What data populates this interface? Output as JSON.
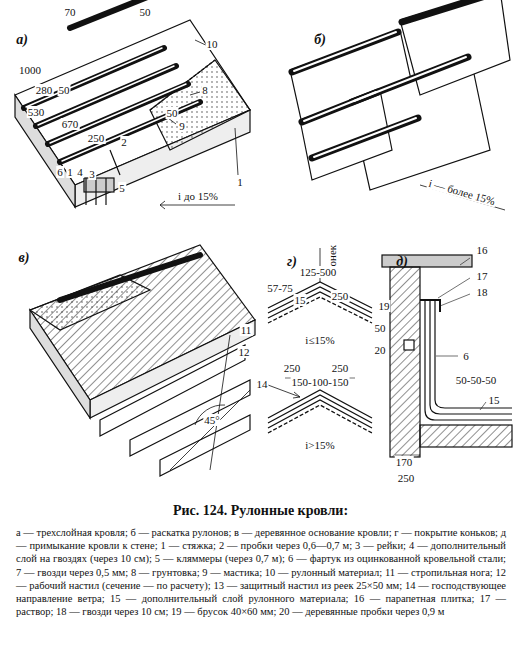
{
  "diagram": {
    "title": "Рис. 124. Рулонные кровли:",
    "caption": "а — трехслойная кровля; б — раскатка рулонов; в — деревянное основание кровли; г — покрытие коньков; д — примыкание кровли к стене; 1 — стяжка; 2 — пробки через 0,6—0,7 м; 3 — рейки; 4 — дополнительный слой на гвоздях (через 10 см); 5 — кляммеры (через 0,7 м); 6 — фартук из оцинкованной кровельной стали; 7 — гвозди через 0,5 мм; 8 — грунтовка; 9 — мастика; 10 — рулонный материал; 11 — стропильная нога; 12 — рабочий настил (сечение — по расчету); 13 — защитный настил из реек 25×50 мм; 14 — господствующее направление ветра; 15 — дополнительный слой рулонного материала; 16 — парапетная плитка; 17 — раствор; 18 — гвозди через 10 см; 19 — брусок 40×60 мм; 20 — деревянные пробки через 0,9 м",
    "labels": [
      "а)",
      "70",
      "50",
      "10",
      "1000",
      "280",
      "50",
      "50",
      "530",
      "670",
      "250",
      "8",
      "9",
      "2",
      "1",
      "6",
      "1",
      "4",
      "3",
      "5",
      "i до 15%",
      "б)",
      "i — более 15%",
      "в)",
      "11",
      "12",
      "45°",
      "г)",
      "конек",
      "125-500",
      "57-75",
      "15",
      "250",
      "i≤15%",
      "250",
      "250",
      "14",
      "150-100-150",
      "i>15%",
      "д)",
      "16",
      "17",
      "18",
      "19",
      "50",
      "20",
      "6",
      "50-50-50",
      "15",
      "170",
      "250"
    ]
  }
}
